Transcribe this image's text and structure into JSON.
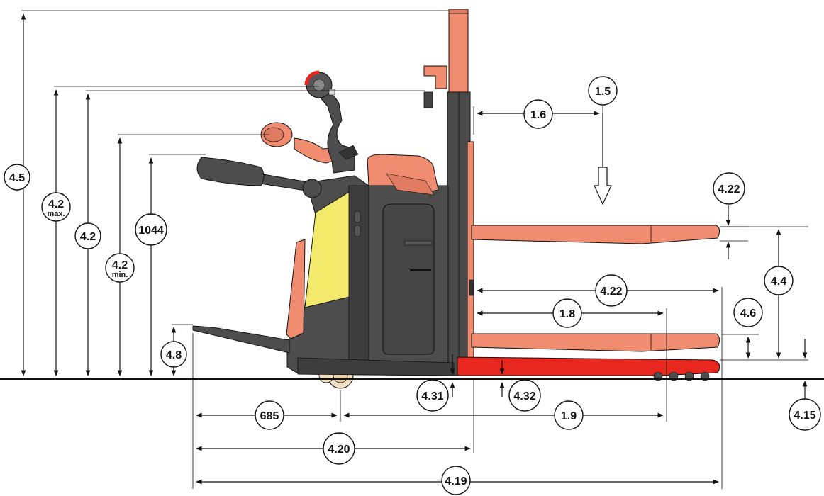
{
  "diagram": {
    "labels": {
      "mast_height_extended": "4.5",
      "tiller_height_max": "4.2",
      "tiller_height_max_sub": "max.",
      "tiller_height_mid": "4.2",
      "tiller_height_min": "4.2",
      "tiller_height_min_sub": "min.",
      "handle_height": "1044",
      "platform_height": "4.8",
      "load_center": "1.6",
      "load_capacity": "1.5",
      "fork_thickness": "4.22",
      "lift_height": "4.4",
      "initial_lift": "4.6",
      "fork_length_upper": "4.22",
      "wheelbase_front": "1.8",
      "ground_clearance_mast": "4.31",
      "ground_clearance_center": "4.32",
      "lowered_fork_height": "4.15",
      "rear_overhang": "685",
      "wheelbase": "1.9",
      "length_to_fork_face": "4.20",
      "overall_length": "4.19"
    },
    "colors": {
      "fork": "#f08c70",
      "fork_dark": "#d9775e",
      "baselegs": "#e8281e",
      "body": "#4d4d4d",
      "body_dark": "#333333",
      "yellow_panel": "#f2e86a",
      "tiller": "#f08c70",
      "wheel": "#f2dfc0",
      "line": "#111111"
    }
  }
}
